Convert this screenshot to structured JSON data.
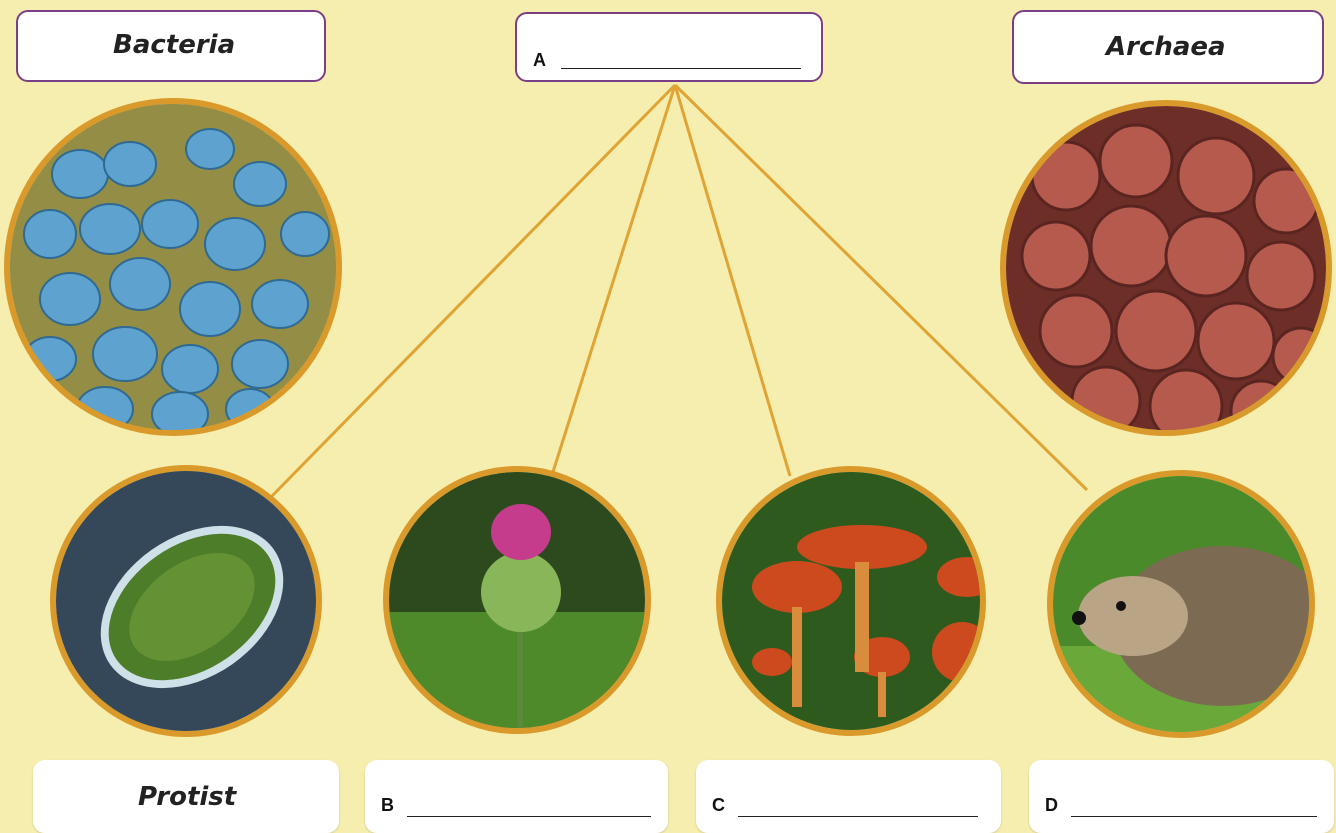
{
  "top_labels": {
    "bacteria": "Bacteria",
    "a_letter": "A",
    "archaea": "Archaea"
  },
  "bottom_labels": {
    "protist": "Protist",
    "b_letter": "B",
    "c_letter": "C",
    "d_letter": "D"
  },
  "colors": {
    "background": "#f6eeae",
    "box_border": "#7b3f86",
    "circle_border": "#d99a2b",
    "connector": "#e0a434"
  },
  "images": {
    "bacteria": "blue-cocci-bacteria-micrograph",
    "archaea": "red-archaea-cells-micrograph",
    "protist": "green-paramecium-micrograph",
    "plant": "purple-thistle-plant-photo",
    "fungus": "orange-mushrooms-photo",
    "animal": "hedgehog-photo"
  }
}
